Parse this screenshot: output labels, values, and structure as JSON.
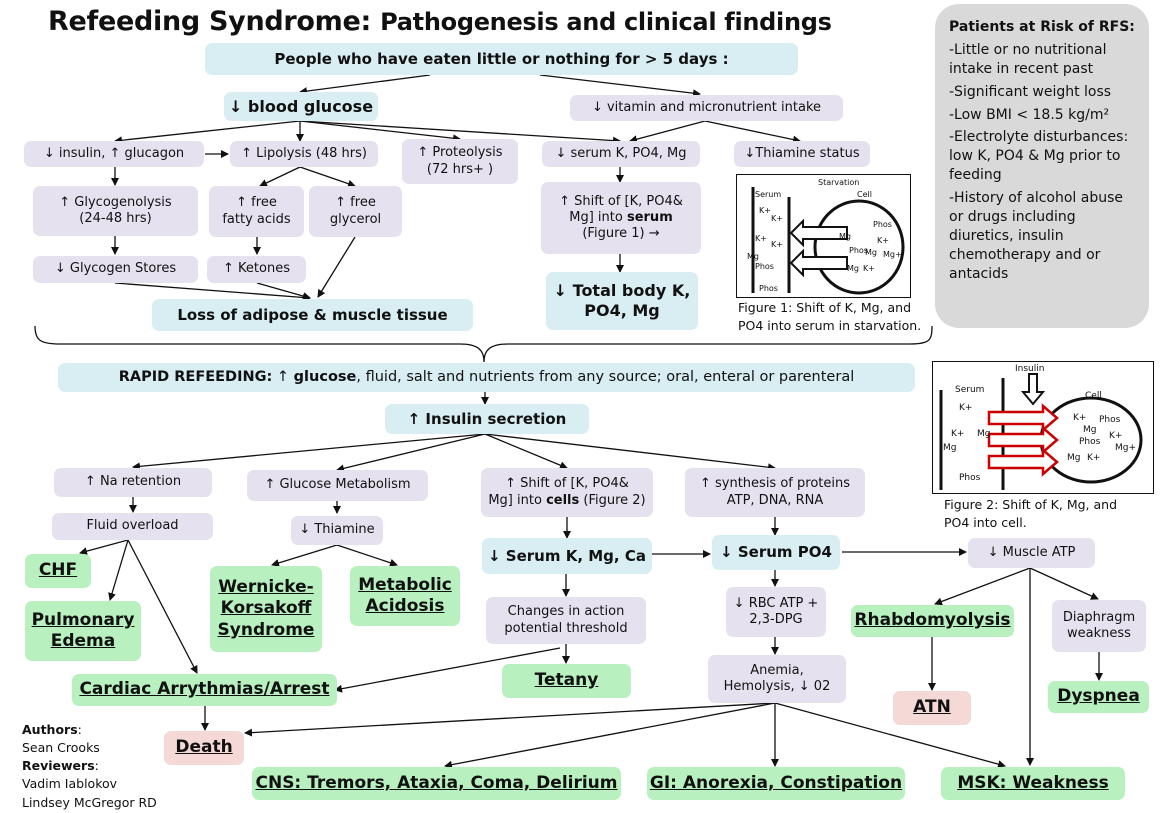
{
  "title_main": "Refeeding Syndrome:",
  "title_sub": "Pathogenesis and clinical findings",
  "nodes": {
    "people": "People who have eaten little or nothing for > 5 days :",
    "blood_glucose": "↓ blood glucose",
    "vitamin": "↓ vitamin and micronutrient  intake",
    "insulin_glucagon": "↓ insulin, ↑ glucagon",
    "lipolysis": "↑ Lipolysis (48 hrs)",
    "proteolysis": "↑ Proteolysis (72 hrs+ )",
    "serum_k": "↓ serum K, PO4, Mg",
    "thiamine_status": "↓Thiamine status",
    "glycogenolysis": "↑ Glycogenolysis (24-48 hrs)",
    "ffa": "↑ free fatty acids",
    "glycerol": "↑ free glycerol",
    "shift_serum_1": "↑ Shift of [K, PO4&",
    "shift_serum_2": "Mg] into",
    "shift_serum_3": "serum",
    "shift_serum_4": "(Figure 1) →",
    "glycogen_stores": "↓ Glycogen Stores",
    "ketones": "↑ Ketones",
    "total_body_1": "↓ Total body K,",
    "total_body_2": "PO4, Mg",
    "loss_adipose": "Loss of adipose & muscle tissue",
    "rapid_bold": "RAPID REFEEDING:",
    "rapid_arrow": " ↑ ",
    "rapid_glucose": "glucose",
    "rapid_rest": ", fluid, salt and nutrients from any source; oral, enteral or parenteral",
    "insulin_secretion": "↑  Insulin secretion",
    "na_retention": "↑ Na retention",
    "glucose_metabolism": "↑ Glucose Metabolism",
    "shift_cells_1": "↑ Shift of [K, PO4&",
    "shift_cells_2": "Mg] into",
    "shift_cells_3": "cells",
    "shift_cells_4": "(Figure 2)",
    "synthesis": "↑ synthesis of proteins ATP, DNA, RNA",
    "fluid_overload": "Fluid overload",
    "thiamine_down": "↓ Thiamine",
    "serum_kmgca": "↓ Serum K, Mg, Ca",
    "serum_po4": "↓ Serum PO4",
    "muscle_atp": "↓ Muscle ATP",
    "chf": "CHF",
    "wernicke": "Wernicke-Korsakoff Syndrome",
    "metabolic_acidosis": "Metabolic Acidosis",
    "pulmonary_edema": "Pulmonary Edema",
    "action_potential": "Changes in action potential  threshold",
    "rbc_atp": "↓ RBC ATP + 2,3-DPG",
    "rhabdo": "Rhabdomyolysis",
    "diaphragm": "Diaphragm weakness",
    "cardiac": "Cardiac Arrythmias/Arrest",
    "tetany": "Tetany",
    "anemia": "Anemia, Hemolysis, ↓ 02",
    "atn": "ATN",
    "dyspnea": "Dyspnea",
    "death": "Death",
    "cns": "CNS: Tremors, Ataxia, Coma, Delirium",
    "gi": "GI: Anorexia, Constipation",
    "msk": "MSK: Weakness"
  },
  "risk": {
    "title": "Patients at Risk of RFS:",
    "items": [
      "-Little or no nutritional intake in recent past",
      "-Significant weight loss",
      "-Low BMI < 18.5 kg/m²",
      "-Electrolyte disturbances: low K, PO4 & Mg prior to feeding",
      "-History of alcohol abuse or drugs including diuretics, insulin chemotherapy and or antacids"
    ]
  },
  "figure1": {
    "label_top": "Starvation",
    "serum": "Serum",
    "cell": "Cell",
    "caption": "Figure 1: Shift of K, Mg, and PO4 into serum in starvation.",
    "ions": [
      "K+",
      "K+",
      "K+",
      "K+",
      "Mg",
      "Phos",
      "Phos",
      "Phos",
      "Mg",
      "K+",
      "Mg+",
      "Phos",
      "Mg",
      "Mg",
      "K+"
    ]
  },
  "figure2": {
    "label_top": "Insulin",
    "serum": "Serum",
    "cell": "Cell",
    "caption": "Figure 2: Shift of K, Mg, and PO4 into cell.",
    "ions": [
      "K+",
      "K+",
      "Mg",
      "Mg",
      "Phos",
      "K+",
      "Phos",
      "Mg",
      "K+",
      "Phos",
      "Mg+",
      "Mg",
      "K+"
    ]
  },
  "credits": {
    "authors_label": "Authors",
    "author": "Sean Crooks",
    "reviewers_label": "Reviewers",
    "reviewer1": "Vadim Iablokov",
    "reviewer2": "Lindsey McGregor RD"
  },
  "colors": {
    "lavender": "#e6e1ef",
    "blue": "#d8eef3",
    "green": "#b9f0c0",
    "pink": "#f4d9d6",
    "risk_bg": "#d9d9d9",
    "red_arrow": "#cc0000"
  }
}
